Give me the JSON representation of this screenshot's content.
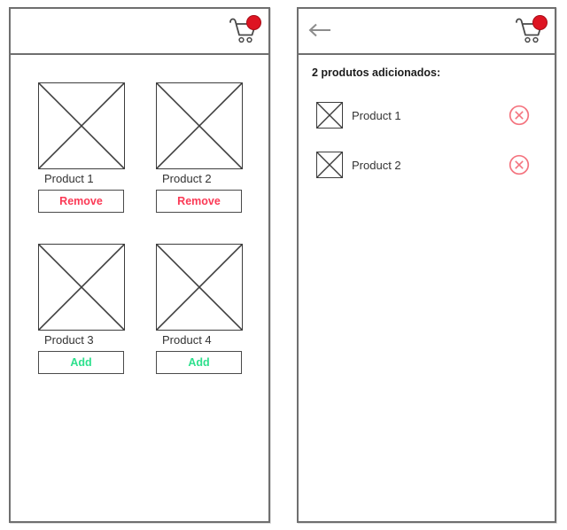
{
  "colors": {
    "panel_border": "#6f6f6f",
    "wire": "#3d3d3d",
    "button_border": "#4a4a4a",
    "label_text": "#333333",
    "title_text": "#1c1c1c",
    "remove_red": "#fb3a56",
    "add_green": "#2ee08d",
    "badge_red": "#de1422",
    "circle_x_pink": "#f4747f",
    "back_arrow_gray": "#8c8c8c",
    "cart_gray": "#4a4a4a"
  },
  "left_screen": {
    "header": {
      "cart_icon": "shopping-cart-with-red-badge"
    },
    "products": [
      {
        "name": "Product 1",
        "action": "Remove"
      },
      {
        "name": "Product 2",
        "action": "Remove"
      },
      {
        "name": "Product 3",
        "action": "Add"
      },
      {
        "name": "Product 4",
        "action": "Add"
      }
    ]
  },
  "right_screen": {
    "header": {
      "back_icon": "back-arrow",
      "cart_icon": "shopping-cart-with-red-badge"
    },
    "title": "2 produtos adicionados:",
    "items": [
      {
        "name": "Product 1",
        "remove_icon": "circle-x"
      },
      {
        "name": "Product 2",
        "remove_icon": "circle-x"
      }
    ]
  }
}
